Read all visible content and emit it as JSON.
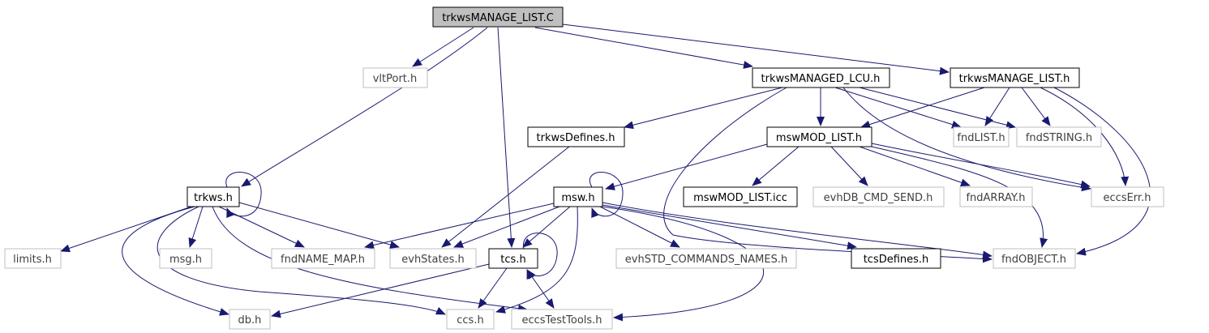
{
  "graph": {
    "colors": {
      "edge": "#191970",
      "root_fill": "#bfbfbf",
      "node_border": "#000000",
      "external_border": "#bfbfbf",
      "external_text": "#3f3f3f"
    },
    "nodes": {
      "root": {
        "label": "trkwsMANAGE_LIST.C",
        "kind": "root"
      },
      "vltport": {
        "label": "vltPort.h",
        "kind": "external"
      },
      "managed_lcu": {
        "label": "trkwsMANAGED_LCU.h",
        "kind": "documented"
      },
      "manage_list_h": {
        "label": "trkwsMANAGE_LIST.h",
        "kind": "documented"
      },
      "trkws_defines": {
        "label": "trkwsDefines.h",
        "kind": "documented"
      },
      "msw_mod_list": {
        "label": "mswMOD_LIST.h",
        "kind": "documented"
      },
      "fndlist": {
        "label": "fndLIST.h",
        "kind": "external"
      },
      "fndstring": {
        "label": "fndSTRING.h",
        "kind": "external"
      },
      "trkws_h": {
        "label": "trkws.h",
        "kind": "documented"
      },
      "msw_h": {
        "label": "msw.h",
        "kind": "documented"
      },
      "msw_mod_list_icc": {
        "label": "mswMOD_LIST.icc",
        "kind": "documented"
      },
      "evhdb_cmd_send": {
        "label": "evhDB_CMD_SEND.h",
        "kind": "external"
      },
      "fndarray": {
        "label": "fndARRAY.h",
        "kind": "external"
      },
      "eccserr": {
        "label": "eccsErr.h",
        "kind": "external"
      },
      "limits": {
        "label": "limits.h",
        "kind": "external"
      },
      "msg": {
        "label": "msg.h",
        "kind": "external"
      },
      "fndname_map": {
        "label": "fndNAME_MAP.h",
        "kind": "external"
      },
      "evhstates": {
        "label": "evhStates.h",
        "kind": "external"
      },
      "tcs": {
        "label": "tcs.h",
        "kind": "documented"
      },
      "evhstd_cmd_names": {
        "label": "evhSTD_COMMANDS_NAMES.h",
        "kind": "external"
      },
      "tcsdefines": {
        "label": "tcsDefines.h",
        "kind": "documented"
      },
      "fndobject": {
        "label": "fndOBJECT.h",
        "kind": "external"
      },
      "db": {
        "label": "db.h",
        "kind": "external"
      },
      "ccs": {
        "label": "ccs.h",
        "kind": "external"
      },
      "eccstesttools": {
        "label": "eccsTestTools.h",
        "kind": "external"
      }
    }
  }
}
